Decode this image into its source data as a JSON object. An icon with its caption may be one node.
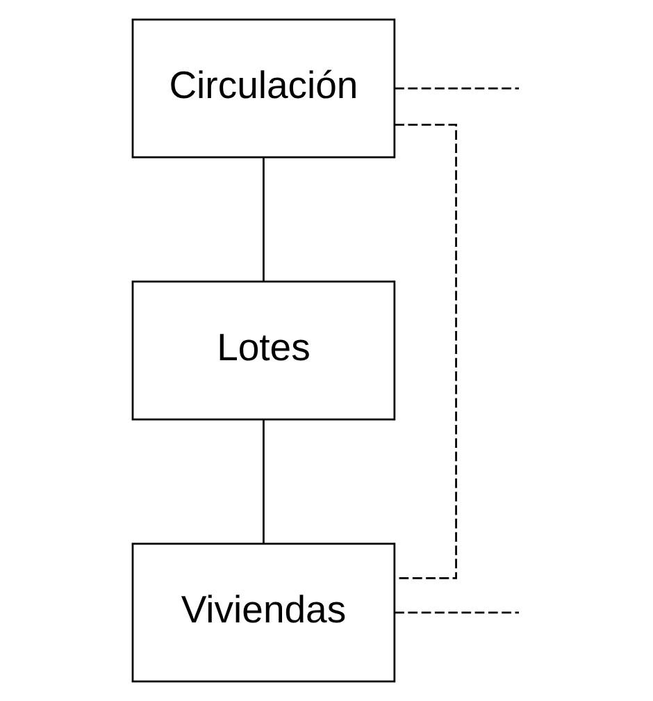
{
  "diagram": {
    "nodes": [
      {
        "text": [
          "Circulación"
        ]
      },
      {
        "text": [
          "Lotes"
        ]
      },
      {
        "text": [
          "Viviendas"
        ]
      }
    ],
    "edges": [
      {
        "from": 0,
        "to": 1,
        "arrow": "none"
      },
      {
        "from": 1,
        "to": 2,
        "arrow": "none"
      },
      {
        "from": 0,
        "to": 2,
        "arrow": "none",
        "style": "dashed"
      },
      {
        "from": 0,
        "to": null,
        "arrow": "none",
        "style": "dashed"
      },
      {
        "from": 2,
        "to": null,
        "arrow": "none",
        "style": "dashed"
      }
    ]
  }
}
